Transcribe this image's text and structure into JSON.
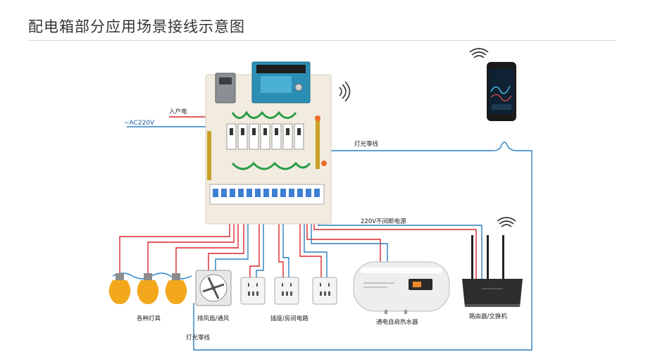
{
  "title": "配电箱部分应用场景接线示意图",
  "labels": {
    "input_power": "入户电",
    "ac_voltage": "~AC220V",
    "light_neutral_top": "灯光零线",
    "uninterrupted_power": "220V不间断电源",
    "lamps": "各种灯具",
    "fan": "排风扇/通风",
    "sockets": "插座/房间电路",
    "heater": "通电自启热水器",
    "router": "路由器/交换机",
    "light_neutral_bottom": "灯光零线"
  },
  "colors": {
    "live_wire": "#d9262b",
    "neutral_wire": "#2a7fc1",
    "ground_wire": "#222222",
    "lamp_bulb": "#f3a81c",
    "panel_board": "#f1ecdf",
    "control_board": "#2b8fb5"
  }
}
